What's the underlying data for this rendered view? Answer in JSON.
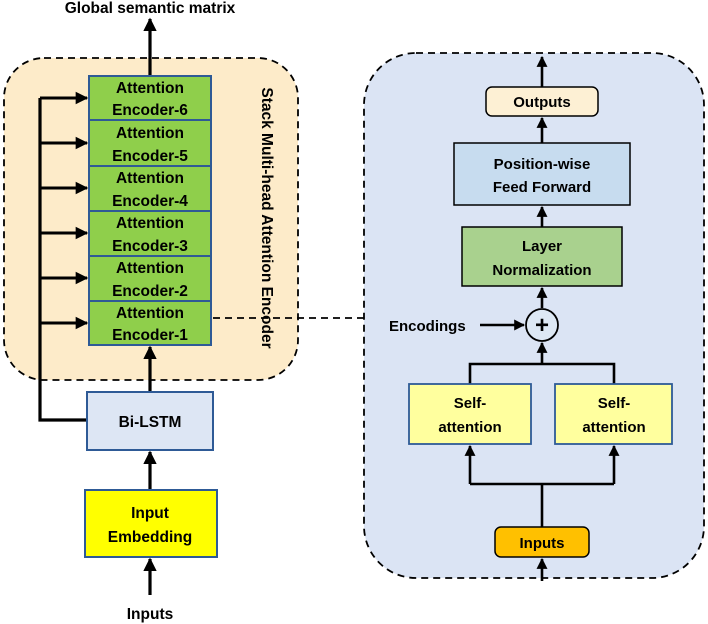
{
  "left": {
    "output_label": "Global semantic matrix",
    "stack_label": "Stack Multi-head Attention Encoder",
    "encoders": [
      {
        "line1": "Attention",
        "line2": "Encoder-6"
      },
      {
        "line1": "Attention",
        "line2": "Encoder-5"
      },
      {
        "line1": "Attention",
        "line2": "Encoder-4"
      },
      {
        "line1": "Attention",
        "line2": "Encoder-3"
      },
      {
        "line1": "Attention",
        "line2": "Encoder-2"
      },
      {
        "line1": "Attention",
        "line2": "Encoder-1"
      }
    ],
    "bilstm": "Bi-LSTM",
    "embedding": {
      "line1": "Input",
      "line2": "Embedding"
    },
    "input_label": "Inputs"
  },
  "right": {
    "outputs": "Outputs",
    "ffn": {
      "line1": "Position-wise",
      "line2": "Feed Forward"
    },
    "layernorm": {
      "line1": "Layer",
      "line2": "Normalization"
    },
    "encodings_label": "Encodings",
    "plus_symbol": "+",
    "self_attention_left": {
      "line1": "Self-",
      "line2": "attention"
    },
    "self_attention_right": {
      "line1": "Self-",
      "line2": "attention"
    },
    "inputs": "Inputs"
  },
  "colors": {
    "stack_bg": "#fdebc9",
    "panel_bg": "#dbe4f4",
    "encoder_fill": "#8fcf4b",
    "encoder_border": "#2e5a96",
    "bilstm_fill": "#dde6f4",
    "embedding_fill": "#ffff00",
    "outputs_fill": "#fdf0d4",
    "ffn_fill": "#c7dcef",
    "layernorm_fill": "#a9d18e",
    "self_attention_fill": "#ffff9e",
    "inputs_fill": "#ffc000",
    "plus_fill": "#dde8f4"
  }
}
